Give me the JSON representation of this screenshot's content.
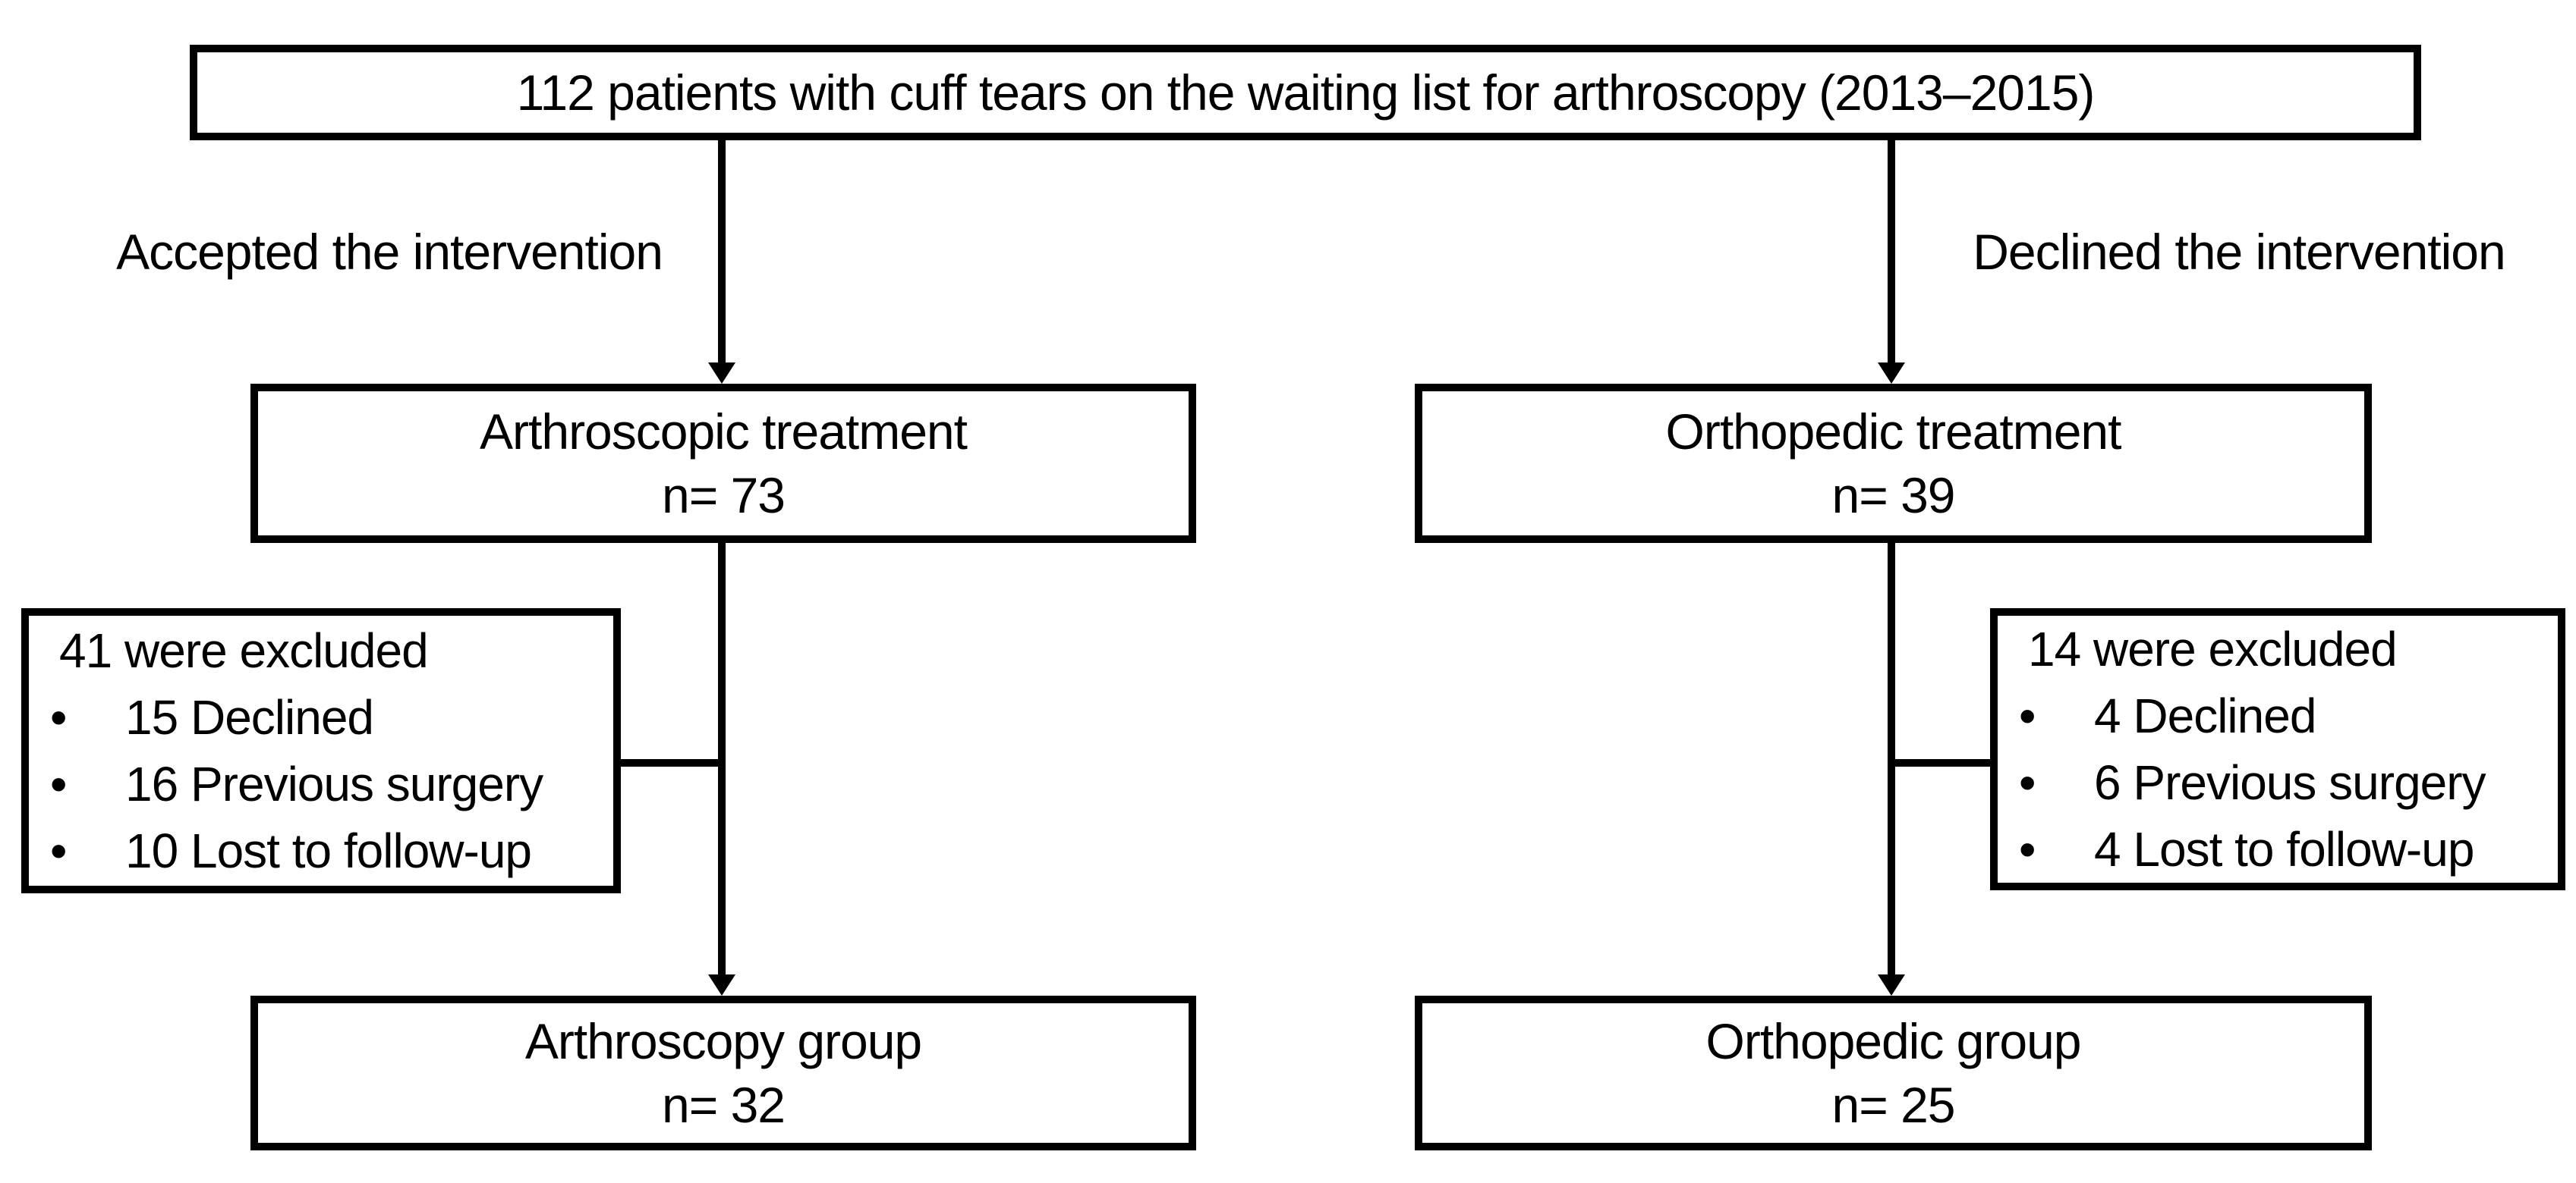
{
  "figure": {
    "title_box": {
      "text": "112 patients with cuff tears on the waiting list for arthroscopy (2013–2015)"
    },
    "bullet_char": "•",
    "branches": {
      "left": {
        "branch_label": "Accepted the intervention",
        "treatment": {
          "name": "Arthroscopic treatment",
          "n_label": "n= 73"
        },
        "exclusion": {
          "title": "41 were excluded",
          "items": [
            "15 Declined",
            "16 Previous surgery",
            "10 Lost to follow-up"
          ]
        },
        "group": {
          "name": "Arthroscopy group",
          "n_label": "n= 32"
        }
      },
      "right": {
        "branch_label": "Declined the intervention",
        "treatment": {
          "name": "Orthopedic treatment",
          "n_label": "n= 39"
        },
        "exclusion": {
          "title": "14 were excluded",
          "items": [
            "4 Declined",
            "6 Previous surgery",
            "4 Lost to follow-up"
          ]
        },
        "group": {
          "name": "Orthopedic group",
          "n_label": "n= 25"
        }
      }
    },
    "colors": {
      "line": "#000000",
      "text": "#000000",
      "box_fill": "#ffffff",
      "background": "#ffffff"
    }
  }
}
